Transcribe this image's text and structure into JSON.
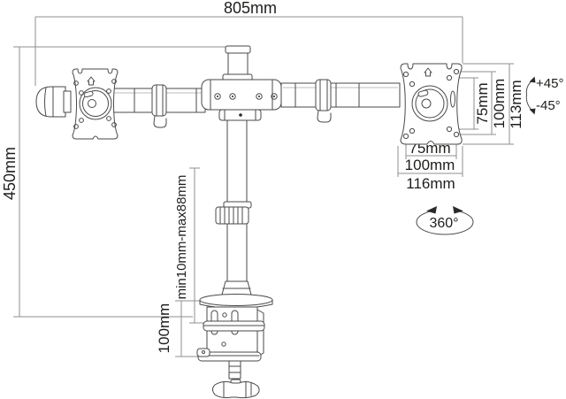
{
  "colors": {
    "line": "#4a4a4a",
    "dimension_line": "#8f8f8f",
    "text": "#1d1d1b",
    "background": "#ffffff"
  },
  "labels": {
    "arm_span": "805mm",
    "column_height": "450mm",
    "vesa_vertical_inner": "75mm",
    "vesa_vertical_mid": "100mm",
    "vesa_vertical_outer": "113mm",
    "tilt_up": "+45°",
    "tilt_down": "-45°",
    "vesa_horizontal_inner": "75mm",
    "vesa_horizontal_mid": "100mm",
    "vesa_horizontal_outer": "116mm",
    "swivel": "360°",
    "desk_thickness_range": "min10mm-max88mm",
    "clamp_height": "100mm"
  }
}
